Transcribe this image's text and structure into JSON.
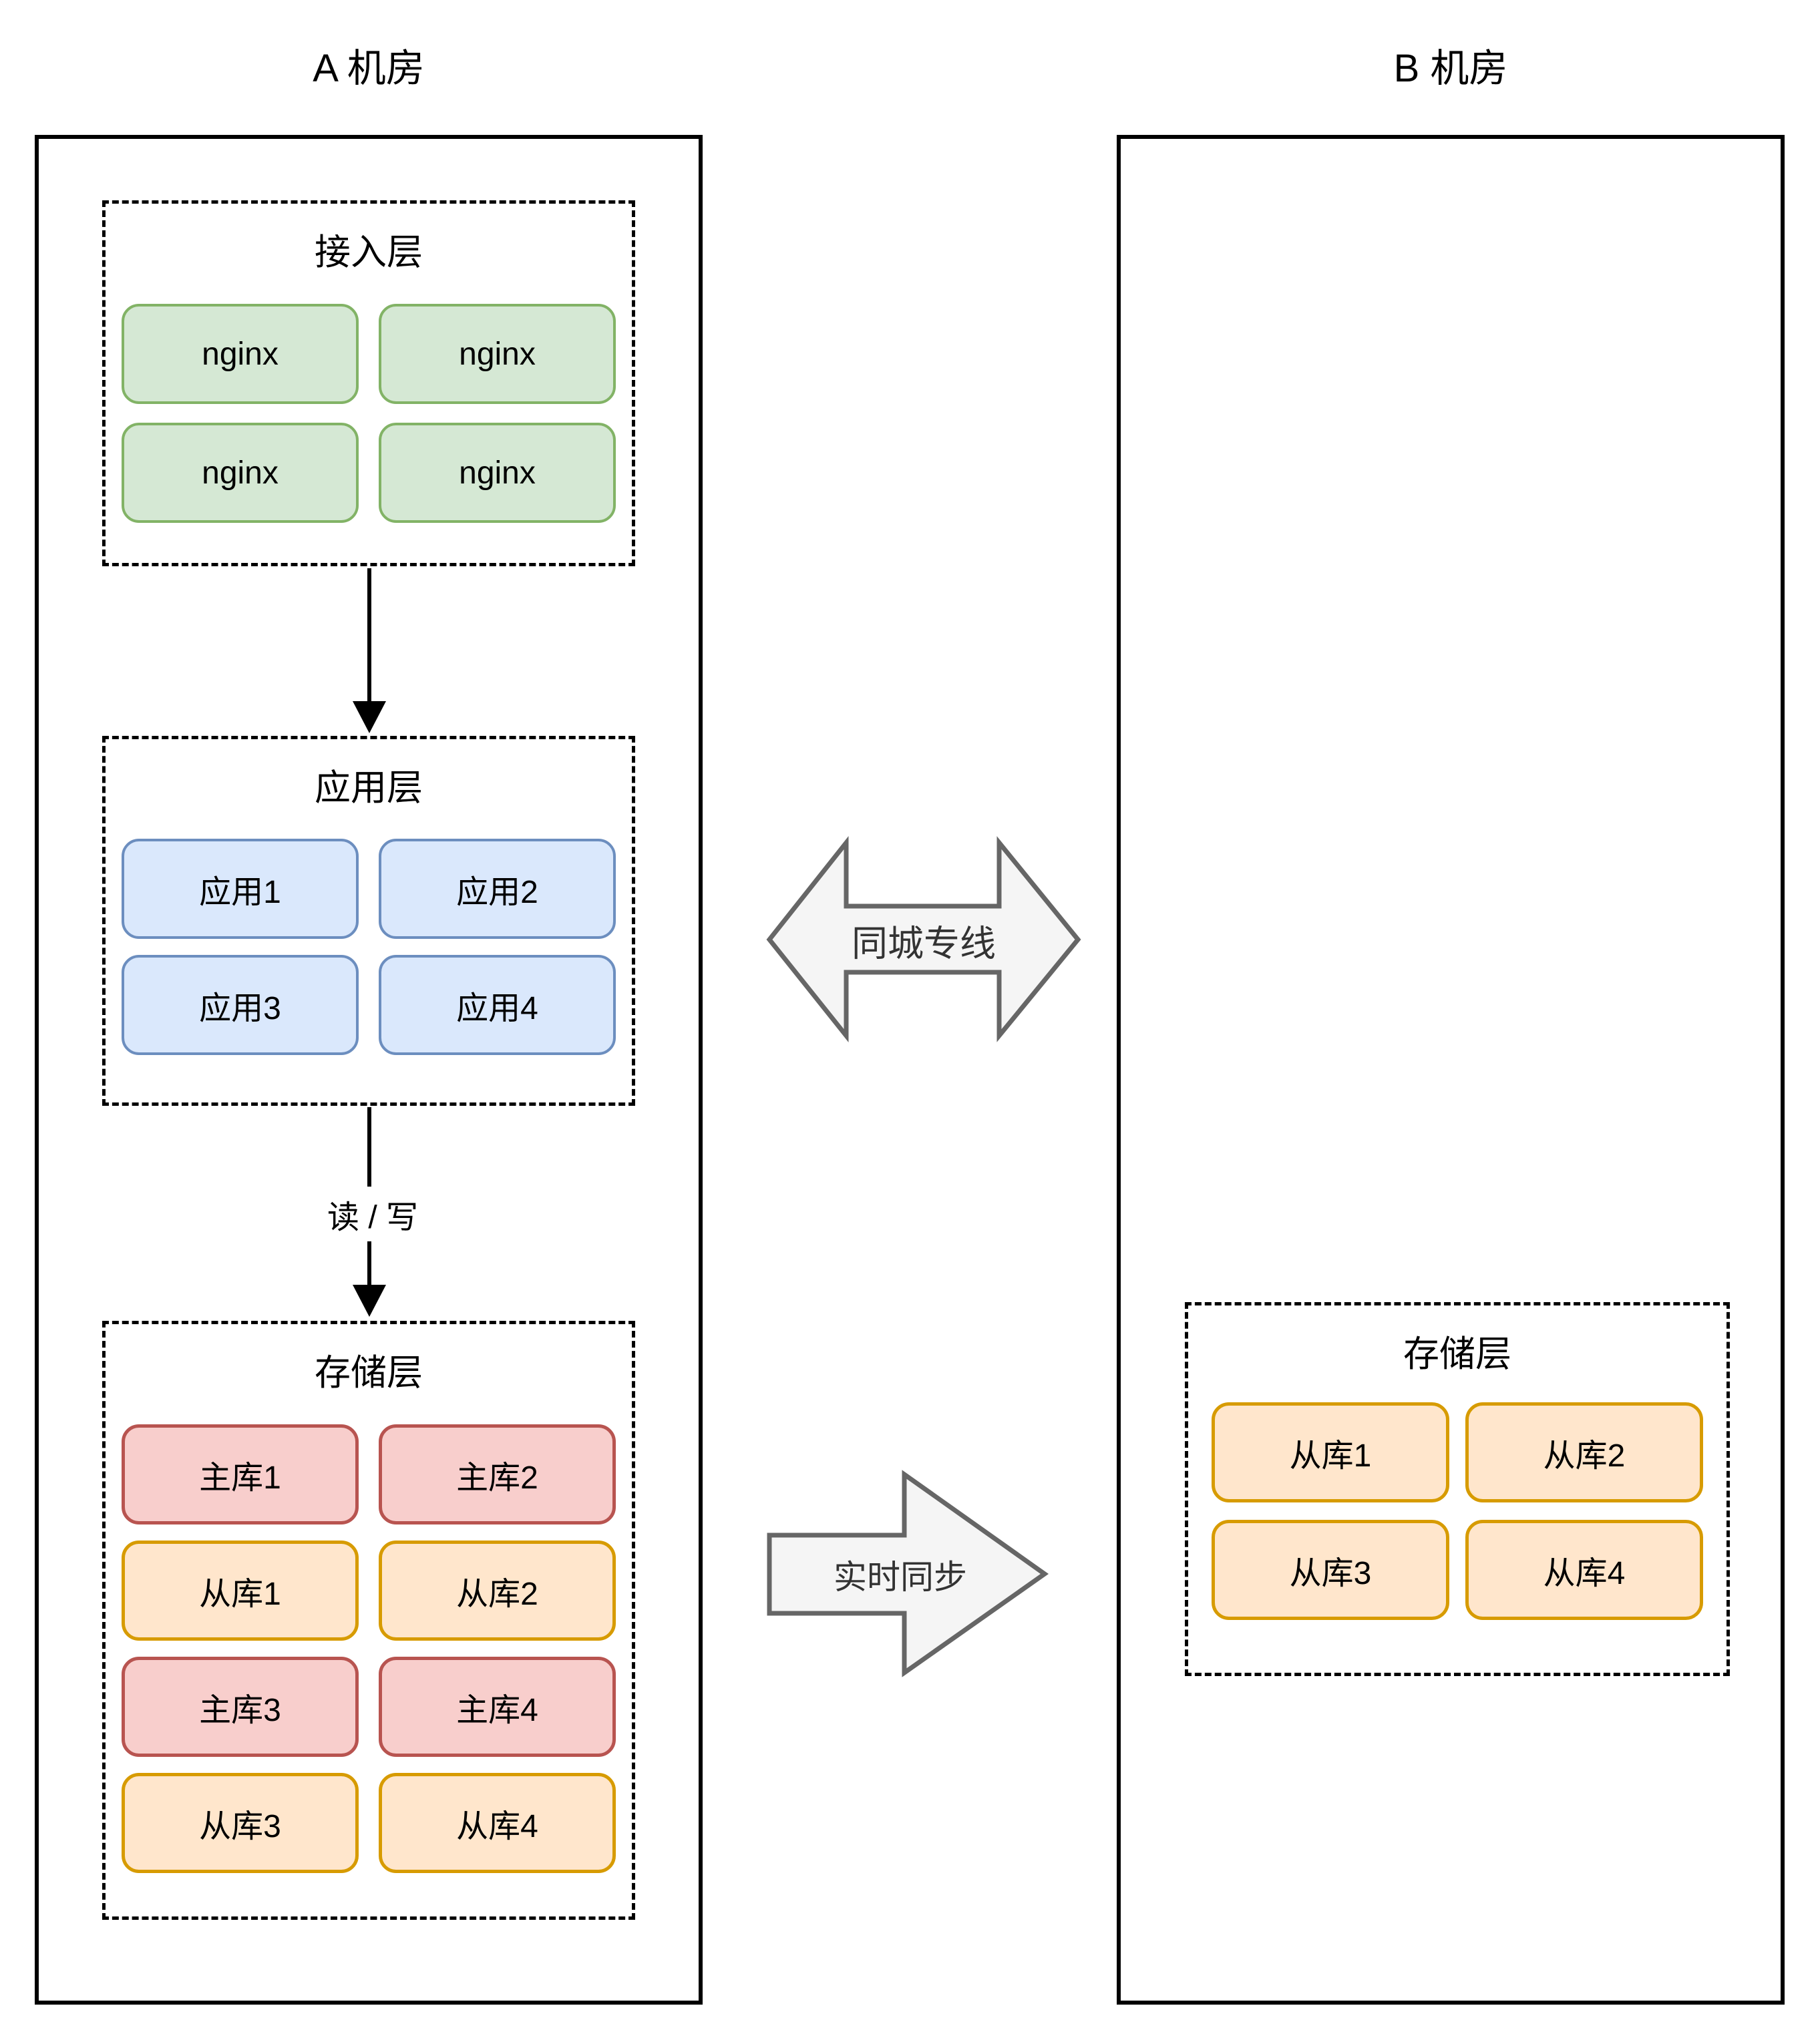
{
  "datacenters": {
    "a": {
      "title": "A 机房",
      "layers": {
        "access": {
          "title": "接入层",
          "nodes": [
            "nginx",
            "nginx",
            "nginx",
            "nginx"
          ]
        },
        "app": {
          "title": "应用层",
          "nodes": [
            "应用1",
            "应用2",
            "应用3",
            "应用4"
          ]
        },
        "storage": {
          "title": "存储层",
          "nodes": [
            {
              "label": "主库1",
              "type": "master"
            },
            {
              "label": "主库2",
              "type": "master"
            },
            {
              "label": "从库1",
              "type": "slave"
            },
            {
              "label": "从库2",
              "type": "slave"
            },
            {
              "label": "主库3",
              "type": "master"
            },
            {
              "label": "主库4",
              "type": "master"
            },
            {
              "label": "从库3",
              "type": "slave"
            },
            {
              "label": "从库4",
              "type": "slave"
            }
          ]
        }
      }
    },
    "b": {
      "title": "B 机房",
      "layers": {
        "storage": {
          "title": "存储层",
          "nodes": [
            {
              "label": "从库1",
              "type": "slave"
            },
            {
              "label": "从库2",
              "type": "slave"
            },
            {
              "label": "从库3",
              "type": "slave"
            },
            {
              "label": "从库4",
              "type": "slave"
            }
          ]
        }
      }
    }
  },
  "arrows": {
    "read_write_label": "读 / 写",
    "intercity_line_label": "同城专线",
    "realtime_sync_label": "实时同步"
  },
  "colors": {
    "nginx_fill": "#d5e8d4",
    "nginx_stroke": "#82b366",
    "app_fill": "#dae8fc",
    "app_stroke": "#6c8ebf",
    "master_fill": "#f8cecc",
    "master_stroke": "#b85450",
    "slave_fill": "#ffe6cc",
    "slave_stroke": "#d79b00",
    "arrow_fill": "#f5f5f5",
    "arrow_stroke": "#666666"
  }
}
